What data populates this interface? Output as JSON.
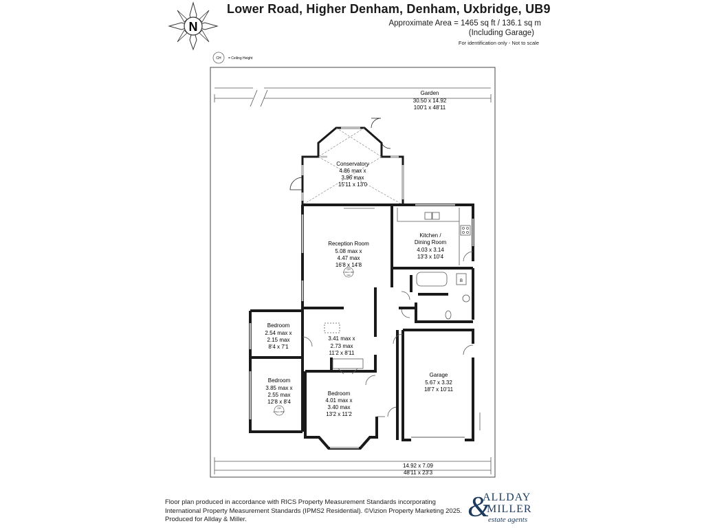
{
  "header": {
    "title": "Lower Road, Higher Denham, Denham, Uxbridge, UB9",
    "area_line1": "Approximate Area = 1465 sq ft / 136.1 sq m",
    "area_line2": "(Including Garage)",
    "note": "For identification only - Not to scale"
  },
  "compass": {
    "letter": "N"
  },
  "legend": {
    "symbol": "CH",
    "label": "= Ceiling Height"
  },
  "garden": {
    "name": "Garden",
    "metric": "30.50 x 14.92",
    "imperial": "100'1 x 48'11"
  },
  "overall": {
    "metric": "14.92 x 7.09",
    "imperial": "48'11 x 23'3"
  },
  "rooms": {
    "conservatory": {
      "name": "Conservatory",
      "l1": "4.86 max x",
      "l2": "3.96 max",
      "l3": "15'11 x 13'0"
    },
    "reception": {
      "name": "Reception Room",
      "l1": "5.08 max x",
      "l2": "4.47 max",
      "l3": "16'8 x 14'8",
      "ch": "CH",
      "ch_val": "2.76m / 9'0\"",
      "ch_max": "max"
    },
    "kitchen": {
      "name": "Kitchen /",
      "name2": "Dining Room",
      "l1": "4.03 x 3.14",
      "l2": "13'3 x 10'4"
    },
    "bedroom1": {
      "name": "Bedroom",
      "l1": "2.54 max x",
      "l2": "2.15 max",
      "l3": "8'4 x 7'1"
    },
    "hall": {
      "l1": "3.41 max x",
      "l2": "2.73 max",
      "l3": "11'2 x 8'11"
    },
    "bedroom2": {
      "name": "Bedroom",
      "l1": "3.85 max x",
      "l2": "2.55 max",
      "l3": "12'8 x 8'4",
      "ch": "CH",
      "ch_val": "2.71m / 8'11\""
    },
    "bedroom3": {
      "name": "Bedroom",
      "l1": "4.01 max x",
      "l2": "3.40 max",
      "l3": "13'2 x 11'2"
    },
    "garage": {
      "name": "Garage",
      "l1": "5.67 x 3.32",
      "l2": "18'7 x 10'11"
    },
    "boiler": {
      "label": "B"
    }
  },
  "footer": {
    "line1": "Floor plan produced in accordance with RICS Property Measurement Standards incorporating",
    "line2": "International Property Measurement Standards (IPMS2 Residential). ©Vizion Property Marketing 2025.",
    "line3": "Produced for Allday & Miller."
  },
  "logo": {
    "amp": "&",
    "line1": "ALLDAY",
    "line2": "MILLER",
    "line3": "estate agents"
  },
  "colors": {
    "wall": "#1a1a1a",
    "window": "#bdbdbd",
    "dim": "#555555",
    "brand": "#1c3a5e"
  }
}
